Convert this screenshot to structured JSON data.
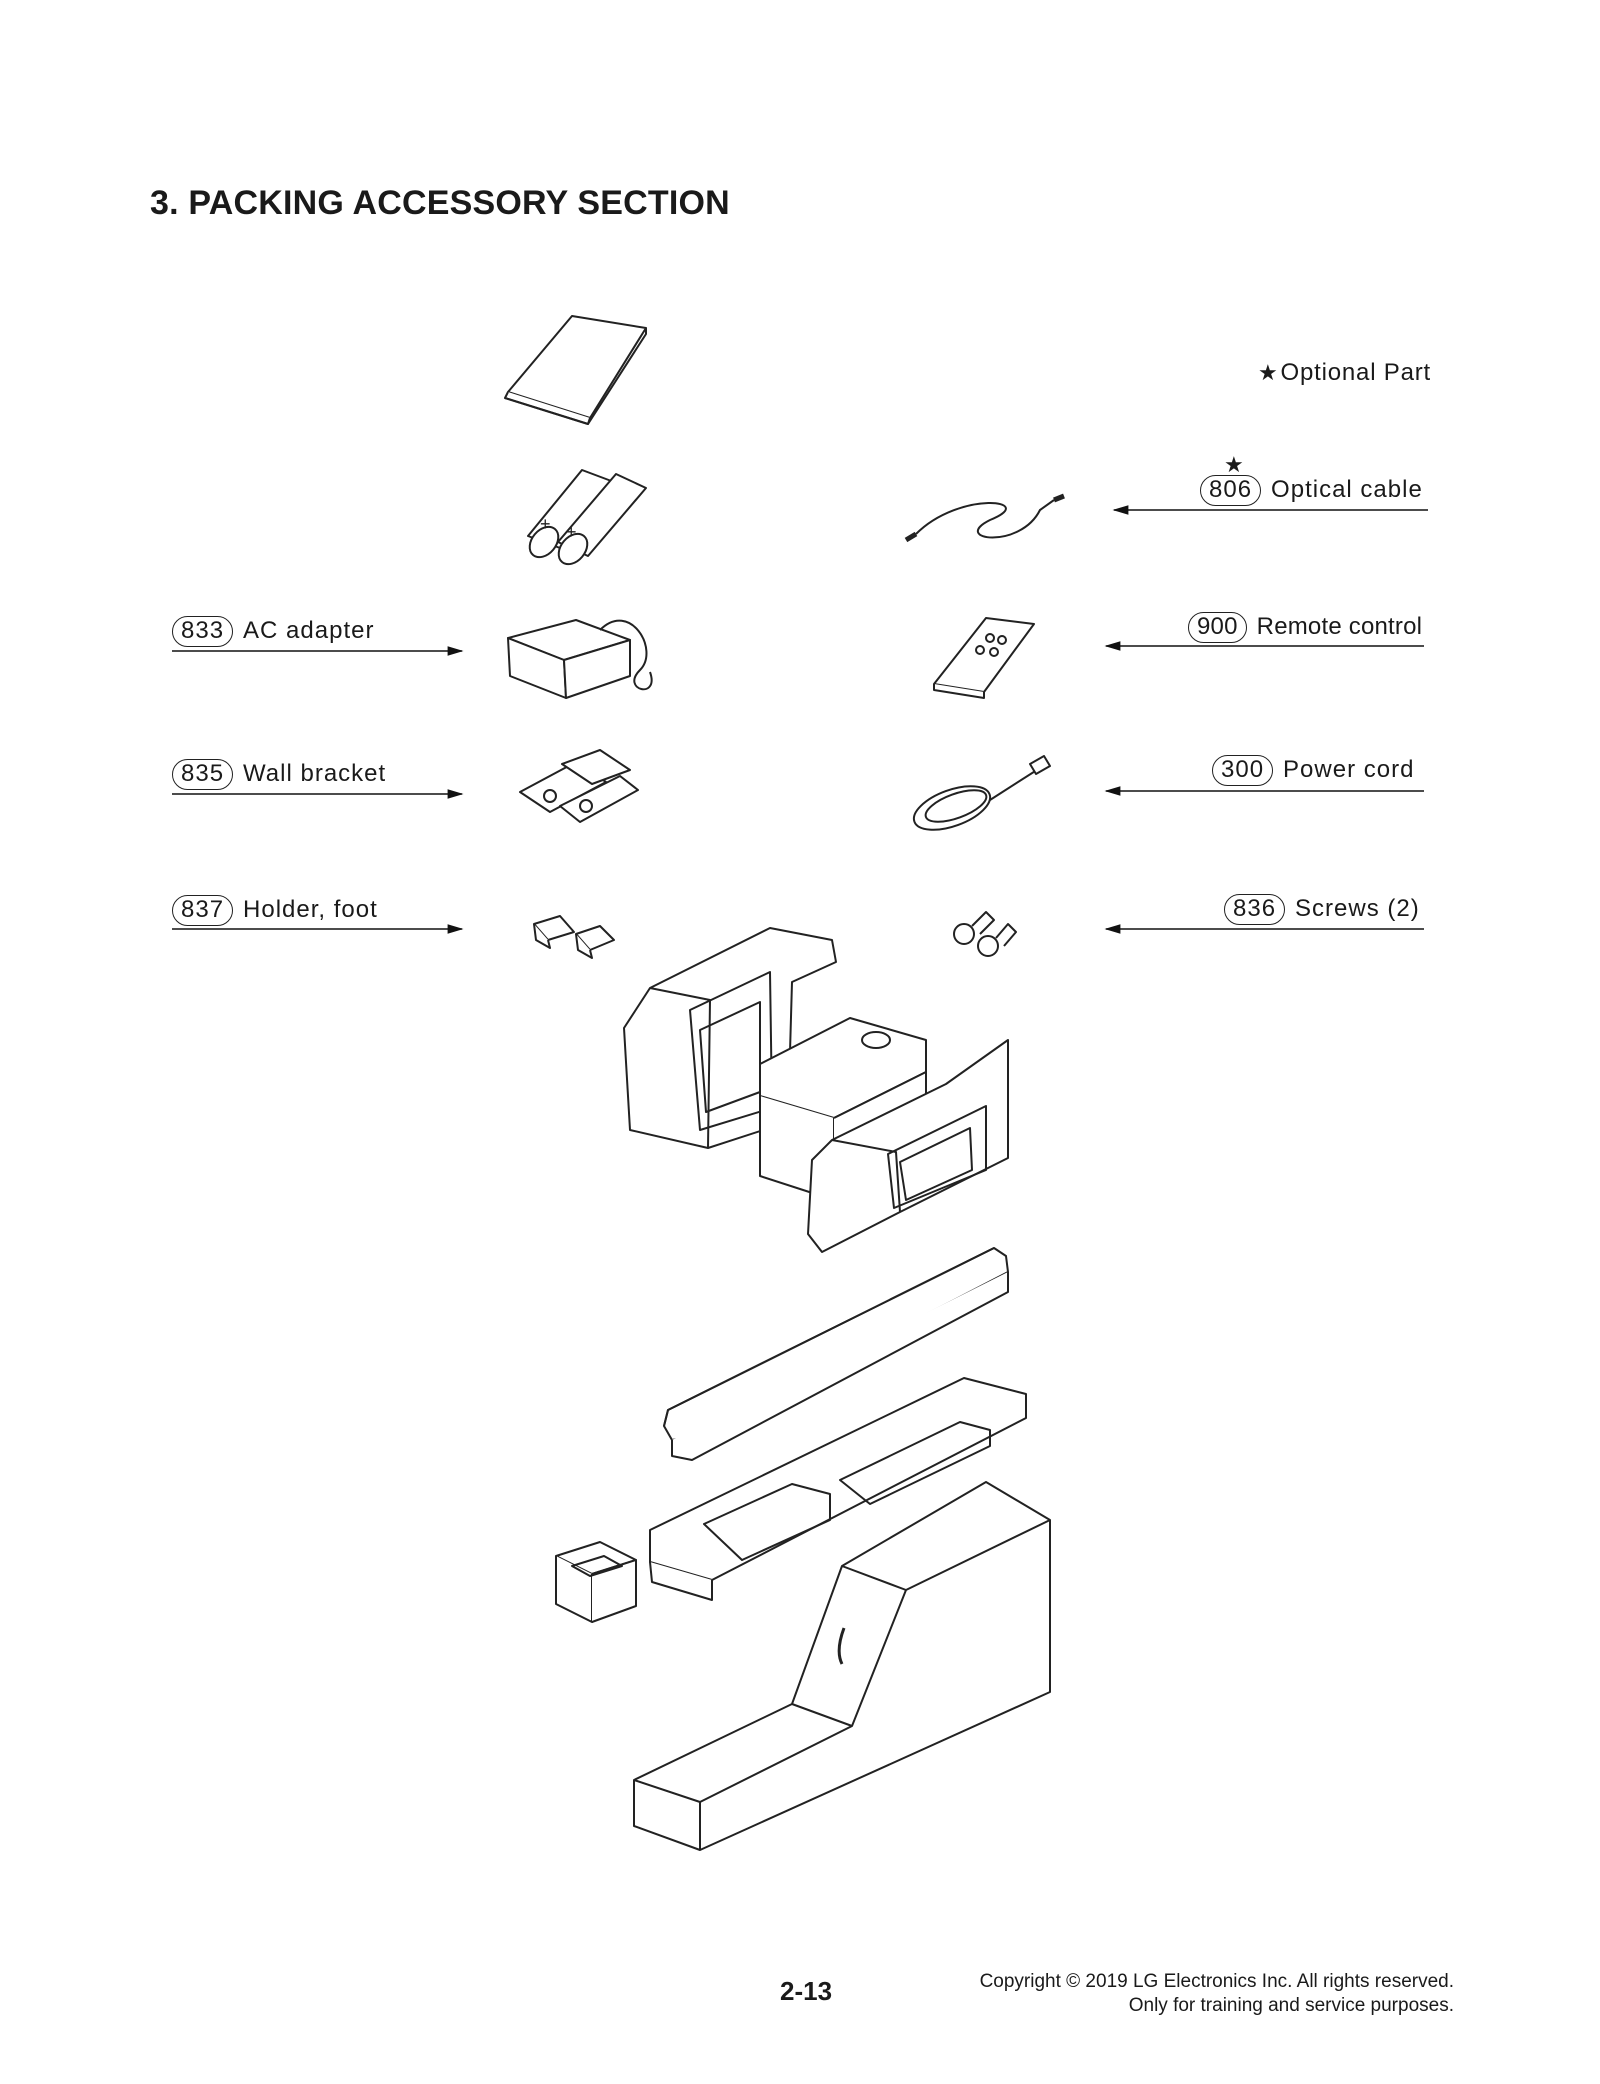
{
  "title": "3. PACKING ACCESSORY SECTION",
  "legend": {
    "star": "★",
    "text": "Optional Part"
  },
  "parts_left": [
    {
      "num": "833",
      "name": "AC adapter"
    },
    {
      "num": "835",
      "name": "Wall bracket"
    },
    {
      "num": "837",
      "name": "Holder, foot"
    }
  ],
  "parts_right": [
    {
      "num": "806",
      "name": "Optical cable",
      "optional_mark": "★"
    },
    {
      "num": "900",
      "name": "Remote control"
    },
    {
      "num": "300",
      "name": "Power cord"
    },
    {
      "num": "836",
      "name": "Screws (2)"
    }
  ],
  "footer": {
    "page": "2-13",
    "copyright": "Copyright © 2019 LG Electronics Inc. All rights reserved.",
    "note": "Only for training and service purposes."
  }
}
